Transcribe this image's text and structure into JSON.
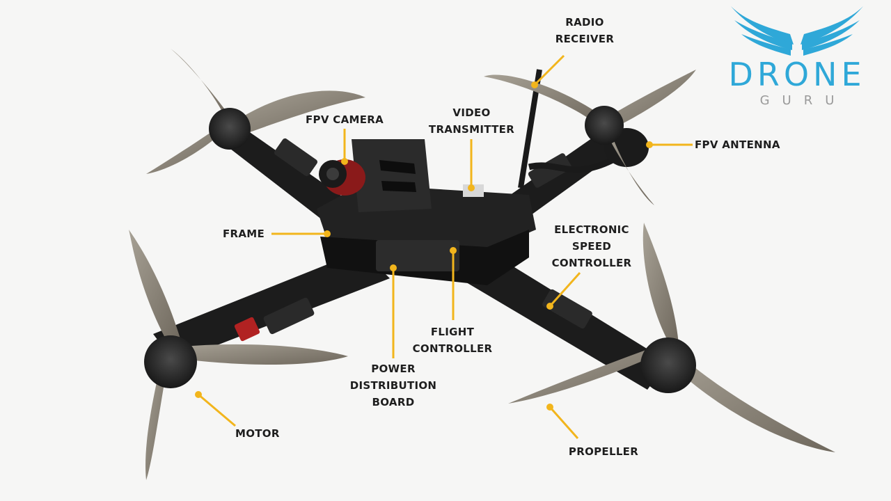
{
  "logo": {
    "word": "DRONE",
    "sub": "GURU",
    "color": "#2fa8d8"
  },
  "labels": {
    "radio_receiver": "RADIO\nRECEIVER",
    "fpv_camera": "FPV CAMERA",
    "video_transmitter": "VIDEO\nTRANSMITTER",
    "fpv_antenna": "FPV ANTENNA",
    "frame": "FRAME",
    "esc": "ELECTRONIC\nSPEED\nCONTROLLER",
    "flight_controller": "FLIGHT\nCONTROLLER",
    "pdb": "POWER\nDISTRIBUTION\nBOARD",
    "motor": "MOTOR",
    "propeller": "PROPELLER"
  },
  "colors": {
    "leader": "#f2b51c",
    "frame": "#1c1c1c",
    "prop": "#8b8477"
  }
}
